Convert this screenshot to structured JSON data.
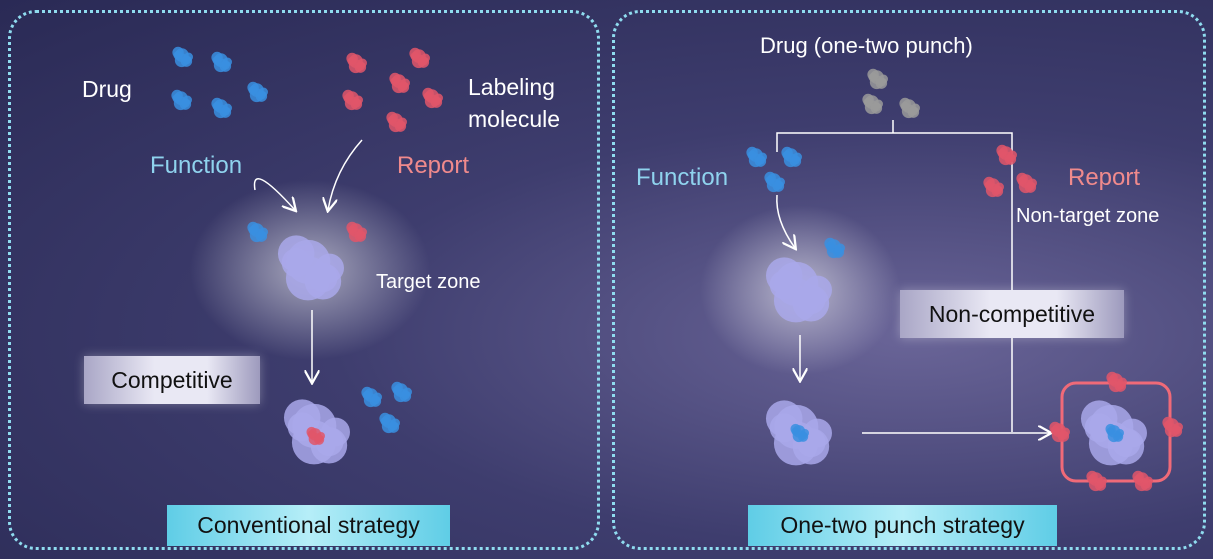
{
  "left_panel": {
    "drug_label": "Drug",
    "labeling_label_line1": "Labeling",
    "labeling_label_line2": "molecule",
    "function_label": "Function",
    "report_label": "Report",
    "target_zone_label": "Target zone",
    "mode_label": "Competitive",
    "strategy_label": "Conventional strategy"
  },
  "right_panel": {
    "drug_label": "Drug (one-two punch)",
    "function_label": "Function",
    "report_label": "Report",
    "non_target_zone_label": "Non-target zone",
    "mode_label": "Non-competitive",
    "strategy_label": "One-two punch strategy"
  },
  "colors": {
    "drug": "#3a8fe0",
    "label": "#e0566a",
    "protein": "#a9a8ea",
    "punch_drug": "#9a9a9a",
    "border": "#8fdcef"
  }
}
